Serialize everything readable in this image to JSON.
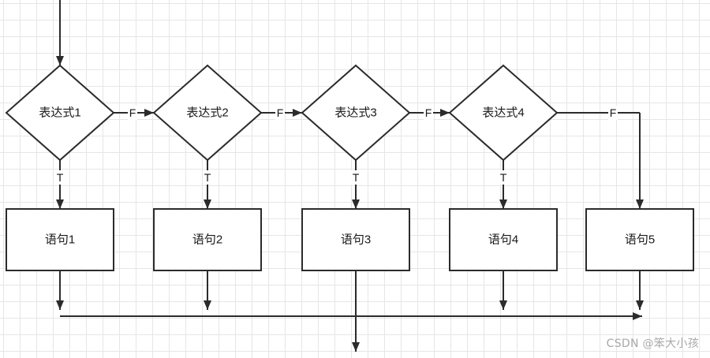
{
  "diagram": {
    "conditions": [
      {
        "label": "表达式1"
      },
      {
        "label": "表达式2"
      },
      {
        "label": "表达式3"
      },
      {
        "label": "表达式4"
      }
    ],
    "statements": [
      {
        "label": "语句1"
      },
      {
        "label": "语句2"
      },
      {
        "label": "语句3"
      },
      {
        "label": "语句4"
      },
      {
        "label": "语句5"
      }
    ],
    "true_label": "T",
    "false_label": "F"
  },
  "watermark": "CSDN @笨大小孩"
}
